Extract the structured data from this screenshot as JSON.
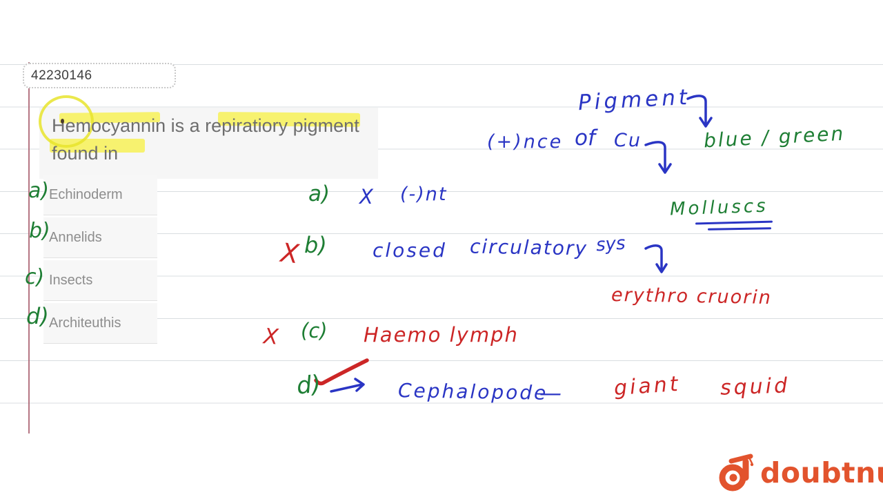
{
  "colors": {
    "ink_blue": "#2a35c4",
    "ink_green": "#1e7e34",
    "ink_red": "#cc2626",
    "highlight_yellow": "#f7ee00",
    "brand_orange": "#e2532d",
    "rule_line": "#d9dde0",
    "margin_line": "#a85e6d"
  },
  "question_card": {
    "id": "42230146",
    "text_line1": "Hemocyannin is a repiratiory pigment",
    "text_line2": "found in",
    "options": [
      {
        "key": "a)",
        "label": "Echinoderm"
      },
      {
        "key": "b)",
        "label": "Annelids"
      },
      {
        "key": "c)",
        "label": "Insects"
      },
      {
        "key": "d)",
        "label": "Architeuthis"
      }
    ]
  },
  "annotations": {
    "pigment": "Pigment",
    "presence": "(+)nce",
    "of": "of",
    "cu": "Cu",
    "blue_green": "blue / green",
    "a_mark": "a)",
    "a_cross": "X",
    "absent": "(-)nt",
    "molluscs": "Molluscs",
    "b_cross": "X",
    "b_mark": "b)",
    "closed": "closed",
    "circulatory": "circulatory",
    "sys": "sys",
    "erythrocruorin": "erythro cruorin",
    "c_cross": "X",
    "c_mark": "(c)",
    "haemolymph": "Haemo lymph",
    "d_mark": "d)",
    "cephalopode": "Cephalopode",
    "dash": "—",
    "giant": "giant",
    "squid": "squid"
  },
  "brand": {
    "name": "doubtnut"
  }
}
